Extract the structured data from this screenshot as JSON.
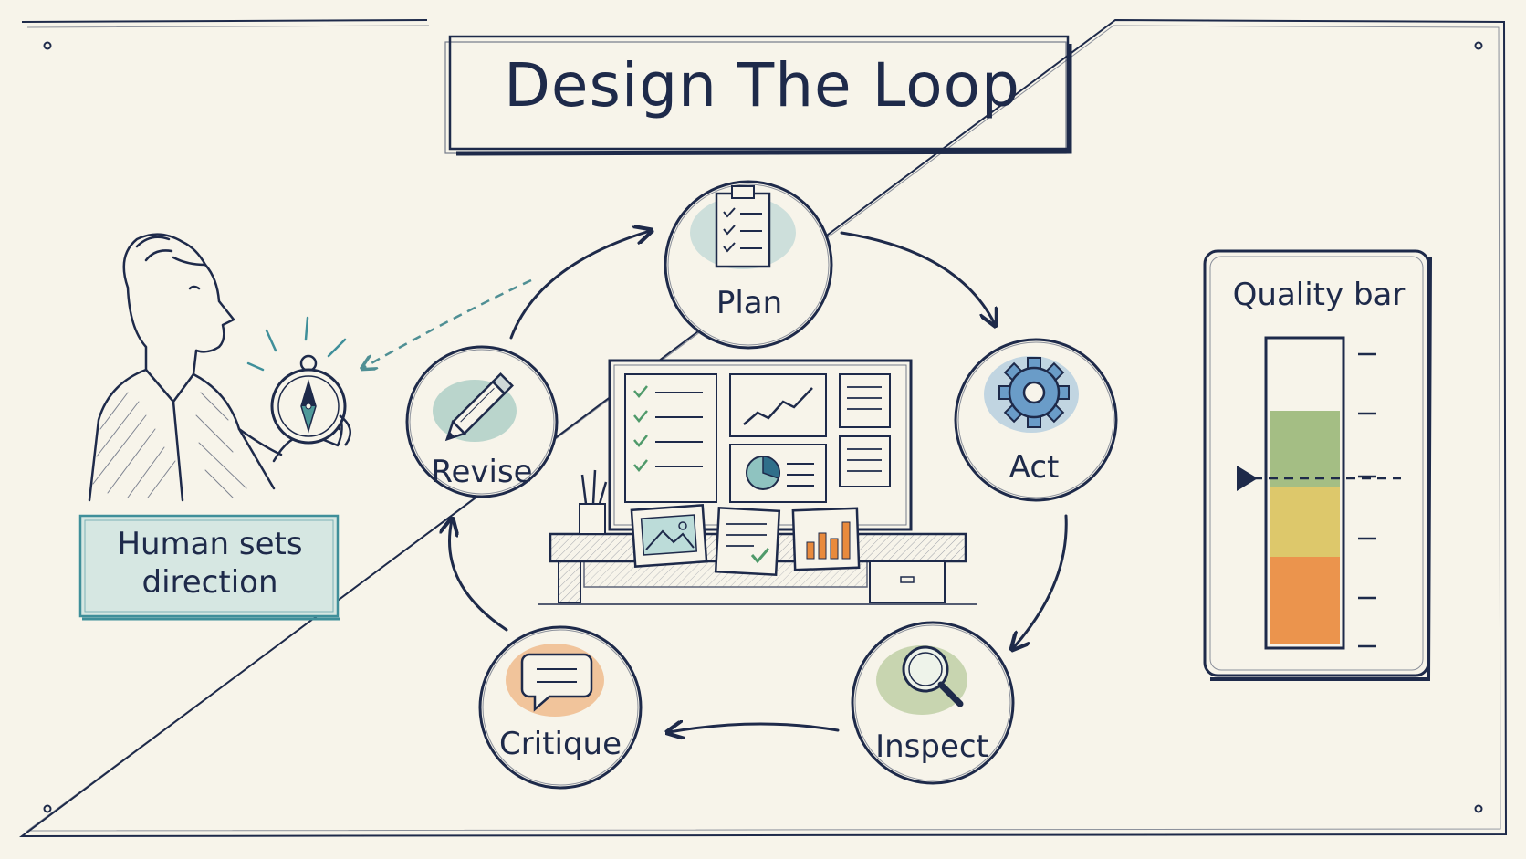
{
  "title": "Design The Loop",
  "loop": {
    "plan": {
      "label": "Plan",
      "icon": "clipboard-checklist-icon"
    },
    "act": {
      "label": "Act",
      "icon": "gear-icon"
    },
    "inspect": {
      "label": "Inspect",
      "icon": "magnifier-icon"
    },
    "critique": {
      "label": "Critique",
      "icon": "speech-bubble-icon"
    },
    "revise": {
      "label": "Revise",
      "icon": "pencil-icon"
    }
  },
  "human": {
    "label": "Human sets direction",
    "icon": "compass-icon"
  },
  "quality_bar": {
    "label": "Quality bar"
  },
  "colors": {
    "ink": "#1e2a4a",
    "paper": "#f7f4ea",
    "teal": "#4f9a9a",
    "green": "#8fb06a",
    "yellow": "#d8bf55",
    "orange": "#e98a3c",
    "blue_wash": "#7fb0d6"
  }
}
